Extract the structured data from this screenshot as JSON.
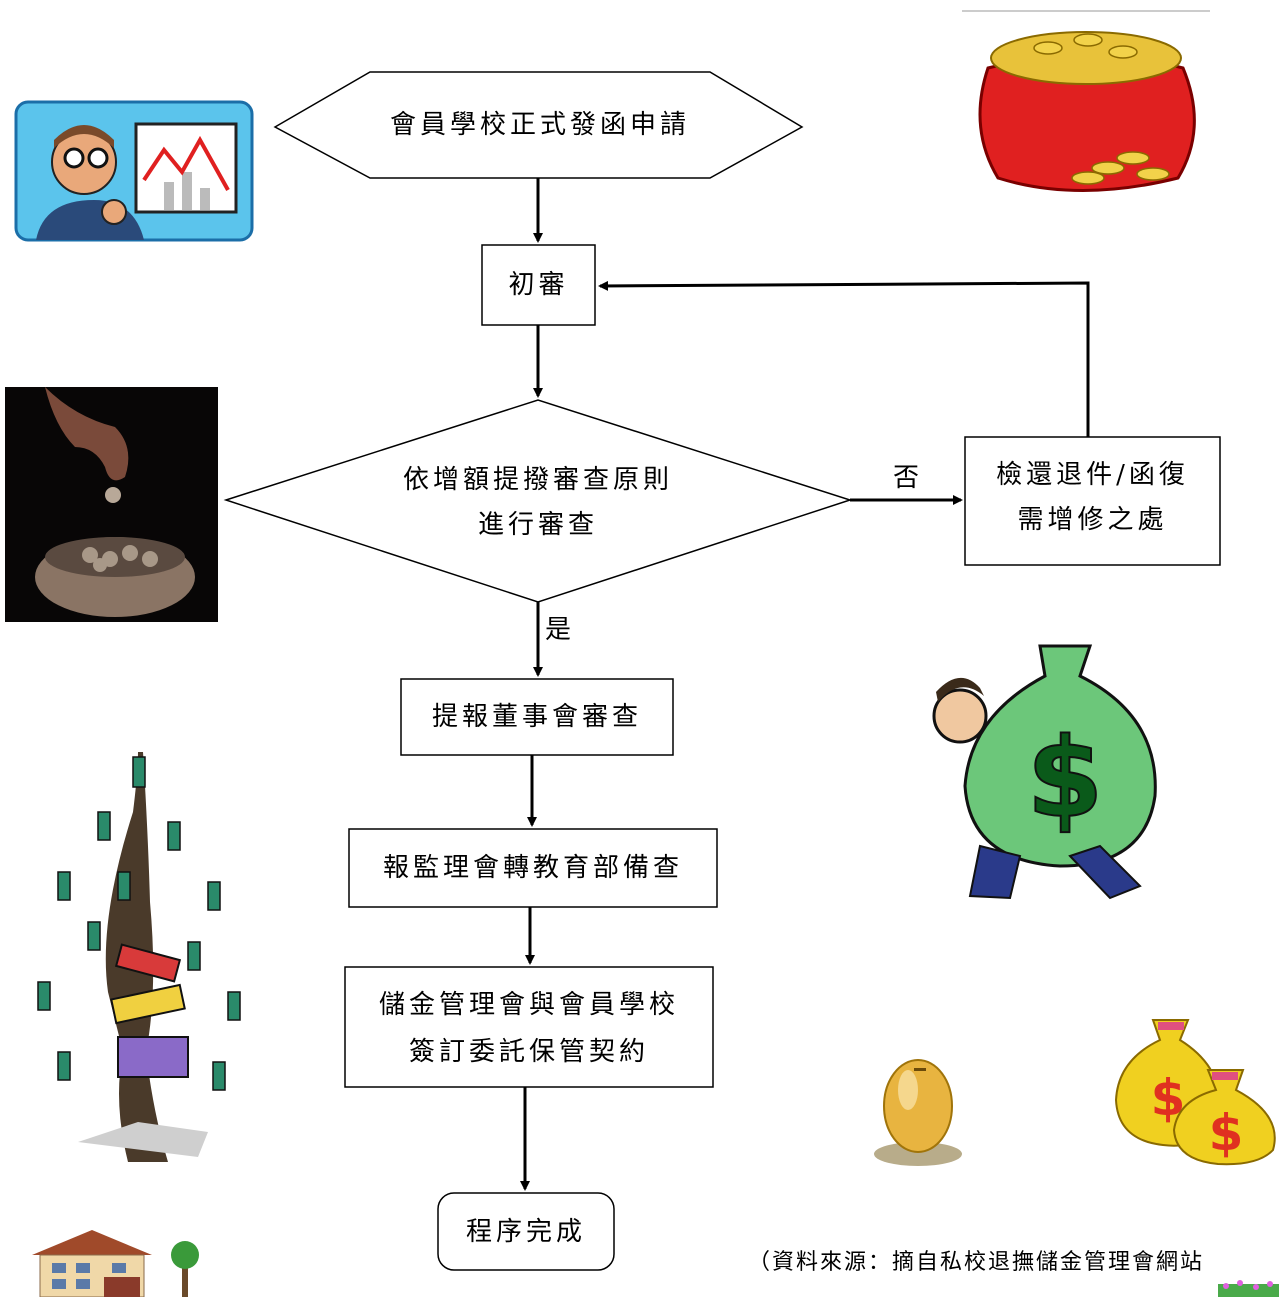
{
  "flow": {
    "start": "會員學校正式發函申請",
    "initial_review": "初審",
    "decision_line1": "依增額提撥審查原則",
    "decision_line2": "進行審查",
    "no_label": "否",
    "yes_label": "是",
    "return_line1": "檢還退件/函復",
    "return_line2": "需增修之處",
    "board_review": "提報董事會審查",
    "report_ministry": "報監理會轉教育部備查",
    "contract_line1": "儲金管理會與會員學校",
    "contract_line2": "簽訂委託保管契約",
    "end": "程序完成"
  },
  "source_note": "（資料來源：摘自私校退撫儲金管理會網站"
}
